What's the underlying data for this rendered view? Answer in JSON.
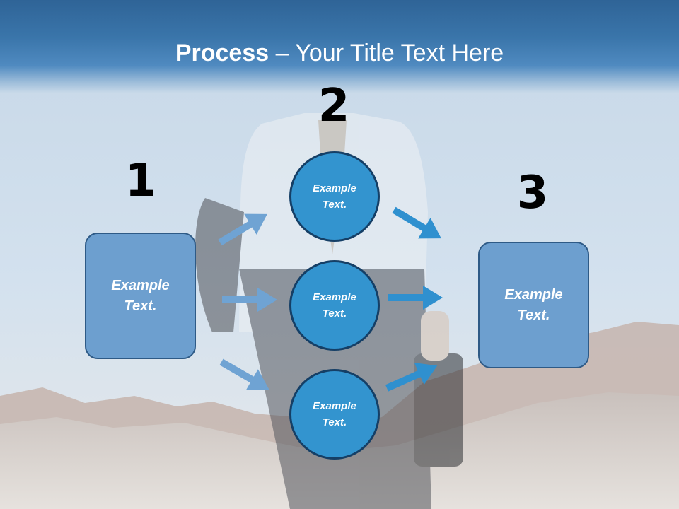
{
  "slide": {
    "title_bold": "Process",
    "title_rest": " – Your Title Text Here"
  },
  "steps": {
    "one": {
      "number": "1",
      "label": "Example Text."
    },
    "two": {
      "number": "2",
      "circles": [
        "Example Text.",
        "Example Text.",
        "Example Text."
      ]
    },
    "three": {
      "number": "3",
      "label": "Example Text."
    }
  },
  "colors": {
    "title_band": "#3a75aa",
    "box_fill": "#6d9fcf",
    "box_border": "#2e5a86",
    "circle_fill": "#3394cf",
    "circle_border": "#153f66",
    "arrow_left": "#6fa3d3",
    "arrow_right": "#2f90cf"
  },
  "icons": {
    "arrow": "right-arrow-icon"
  }
}
